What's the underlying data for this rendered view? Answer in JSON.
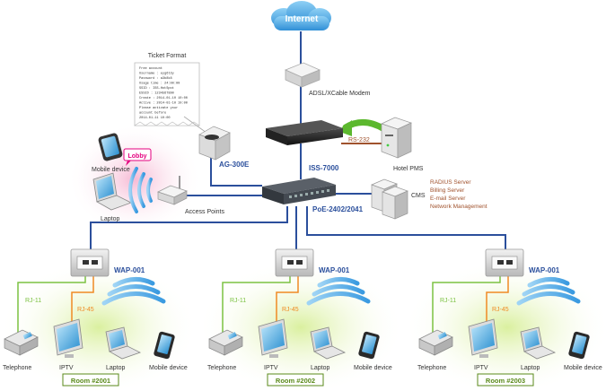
{
  "cloud": {
    "label": "Internet"
  },
  "modem": {
    "label": "ADSL/XCable Modem"
  },
  "ticket": {
    "title": "Ticket Format",
    "lines": [
      "Free account",
      "Username : eyg6t3y",
      "Password : a3b8k8",
      "Usage time : 24:00:00",
      "SSID : ISS-HotSpot",
      "ESSID : 1234567890",
      "Create : 2014-01-10 10:00",
      "Active : 2014-01-10 10:00",
      "Please activate your",
      "account before",
      "2014-01-11 10:00"
    ]
  },
  "printer": {
    "label": "AG-300E"
  },
  "gateway": {
    "label": "ISS-7000"
  },
  "pms": {
    "label": "Hotel PMS",
    "link_label": "RS-232"
  },
  "switch": {
    "label": "PoE-2402/2041"
  },
  "cms": {
    "label": "CMS",
    "services": [
      "RADIUS Server",
      "Billing Server",
      "E-mail Server",
      "Network Management"
    ]
  },
  "lobby": {
    "badge": "Lobby",
    "mobile_label": "Mobile device",
    "laptop_label": "Laptop",
    "ap_label": "Access Points"
  },
  "rooms": [
    {
      "name": "Room #2001",
      "wap": "WAP-001",
      "rj11": "RJ-11",
      "rj45": "RJ-45",
      "devices": [
        "Telephone",
        "IPTV",
        "Laptop",
        "Mobile device"
      ]
    },
    {
      "name": "Room #2002",
      "wap": "WAP-001",
      "rj11": "RJ-11",
      "rj45": "RJ-45",
      "devices": [
        "Telephone",
        "IPTV",
        "Laptop",
        "Mobile device"
      ]
    },
    {
      "name": "Room #2003",
      "wap": "WAP-001",
      "rj11": "RJ-11",
      "rj45": "RJ-45",
      "devices": [
        "Telephone",
        "IPTV",
        "Laptop",
        "Mobile device"
      ]
    }
  ],
  "colors": {
    "line_blue": "#2b4f9c",
    "rj11_green": "#7cc242",
    "rj45_orange": "#f08a24",
    "pms_brown": "#a0522d",
    "room_label": "#5a8a1a",
    "lobby_pink": "#e4007f"
  }
}
